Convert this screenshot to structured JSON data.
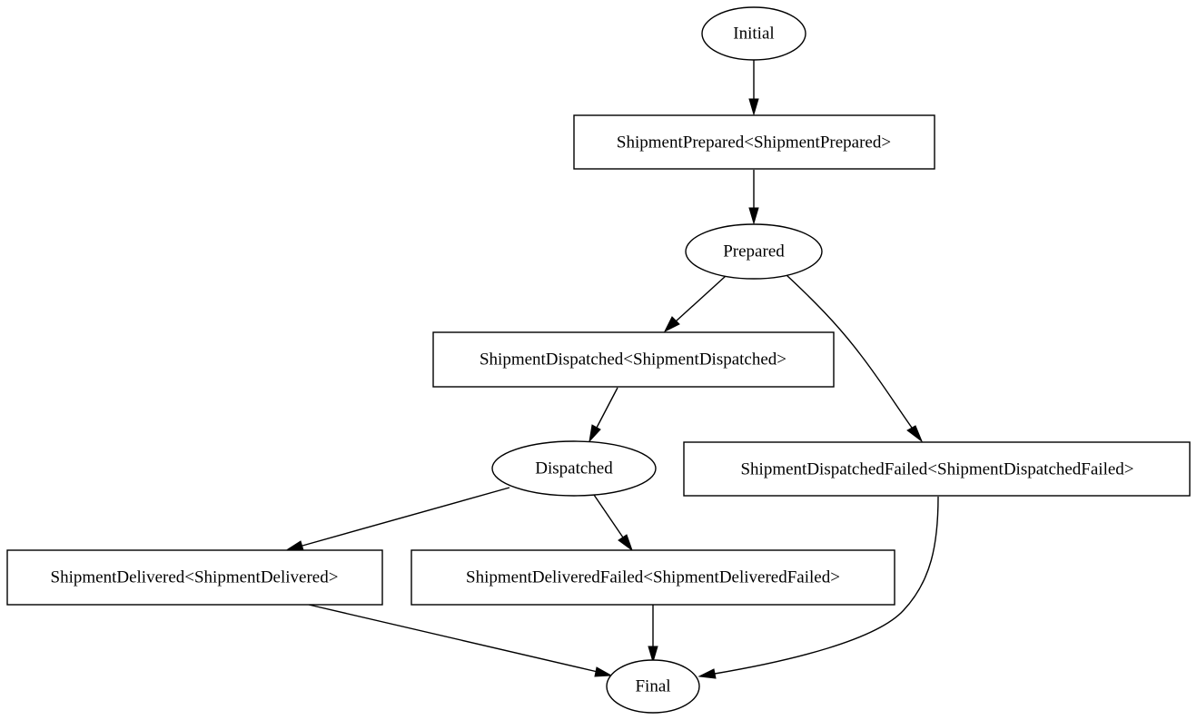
{
  "diagram": {
    "nodes": [
      {
        "id": "initial",
        "label": "Initial",
        "shape": "ellipse"
      },
      {
        "id": "shipment_prepared",
        "label": "ShipmentPrepared<ShipmentPrepared>",
        "shape": "box"
      },
      {
        "id": "prepared",
        "label": "Prepared",
        "shape": "ellipse"
      },
      {
        "id": "shipment_dispatched",
        "label": "ShipmentDispatched<ShipmentDispatched>",
        "shape": "box"
      },
      {
        "id": "shipment_dispatched_failed",
        "label": "ShipmentDispatchedFailed<ShipmentDispatchedFailed>",
        "shape": "box"
      },
      {
        "id": "dispatched",
        "label": "Dispatched",
        "shape": "ellipse"
      },
      {
        "id": "shipment_delivered",
        "label": "ShipmentDelivered<ShipmentDelivered>",
        "shape": "box"
      },
      {
        "id": "shipment_delivered_failed",
        "label": "ShipmentDeliveredFailed<ShipmentDeliveredFailed>",
        "shape": "box"
      },
      {
        "id": "final",
        "label": "Final",
        "shape": "ellipse"
      }
    ],
    "edges": [
      {
        "from": "initial",
        "to": "shipment_prepared"
      },
      {
        "from": "shipment_prepared",
        "to": "prepared"
      },
      {
        "from": "prepared",
        "to": "shipment_dispatched"
      },
      {
        "from": "prepared",
        "to": "shipment_dispatched_failed"
      },
      {
        "from": "shipment_dispatched",
        "to": "dispatched"
      },
      {
        "from": "dispatched",
        "to": "shipment_delivered"
      },
      {
        "from": "dispatched",
        "to": "shipment_delivered_failed"
      },
      {
        "from": "shipment_delivered",
        "to": "final"
      },
      {
        "from": "shipment_delivered_failed",
        "to": "final"
      },
      {
        "from": "shipment_dispatched_failed",
        "to": "final"
      }
    ]
  }
}
